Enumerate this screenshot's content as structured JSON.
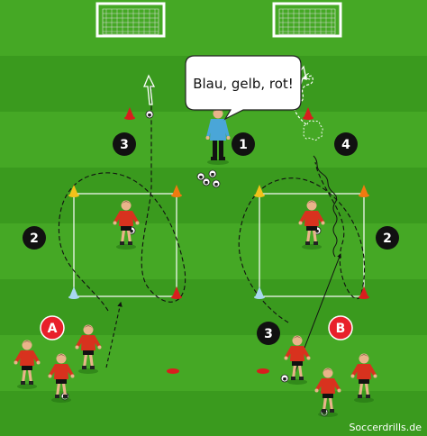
{
  "speech_bubble": {
    "text": "Blau, gelb, rot!"
  },
  "markers": {
    "step_1": "1",
    "step_2_left": "2",
    "step_2_right": "2",
    "step_3_left": "3",
    "step_3_right": "3",
    "step_4": "4",
    "group_a": "A",
    "group_b": "B"
  },
  "watermark": "Soccerdrills.de",
  "colors": {
    "grass_dark": "#3a9a1e",
    "grass_light": "#4cb02a",
    "marker_black": "#111111",
    "marker_red": "#e8202a",
    "jersey": "#d8321e",
    "keeper": "#4aa6d8",
    "cone_yellow": "#f2c21a",
    "cone_orange": "#f07a10",
    "cone_blue": "#a8d8f0",
    "cone_red": "#d81e1e"
  },
  "icons": {
    "goal": "goal-icon",
    "cone": "cone-icon",
    "ball": "ball-icon",
    "player": "player-icon",
    "goalkeeper": "goalkeeper-icon",
    "flat_marker": "flat-marker-icon"
  }
}
